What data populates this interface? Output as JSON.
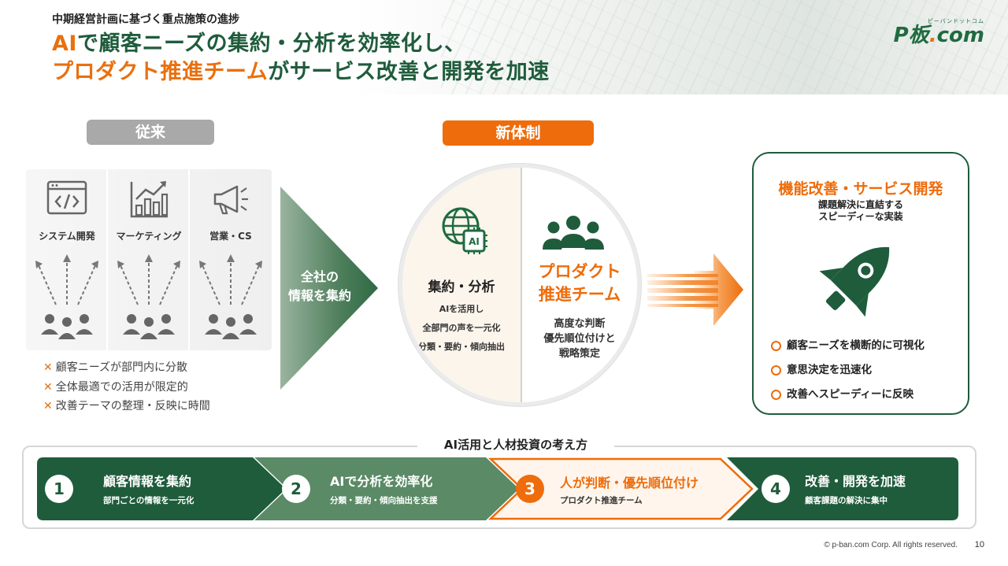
{
  "header": {
    "kicker": "中期経営計画に基づく重点施策の進捗",
    "title_line1_hl": "AI",
    "title_line1_rest": "で顧客ニーズの集約・分析を効率化し、",
    "title_line2_hl": "プロダクト推進チーム",
    "title_line2_rest": "がサービス改善と開発を加速",
    "logo_sub": "ピーバンドットコム",
    "logo_main": "P板",
    "logo_dot": ".",
    "logo_com": "com"
  },
  "conventional": {
    "pill": "従来",
    "columns": [
      {
        "icon": "code-window-icon",
        "label": "システム開発"
      },
      {
        "icon": "bar-chart-icon",
        "label": "マーケティング"
      },
      {
        "icon": "megaphone-icon",
        "label": "営業・CS"
      }
    ],
    "issues": [
      "顧客ニーズが部門内に分散",
      "全体最適での活用が限定的",
      "改善テーマの整理・反映に時間"
    ],
    "issue_mark": "✕"
  },
  "transition": {
    "arrow_line1": "全社の",
    "arrow_line2": "情報を集約"
  },
  "new_system": {
    "pill": "新体制",
    "left_title": "集約・分析",
    "left_lines": [
      "AIを活用し",
      "全部門の声を一元化",
      "分類・要約・傾向抽出"
    ],
    "ai_chip_label": "AI",
    "right_title_line1": "プロダクト",
    "right_title_line2": "推進チーム",
    "right_lines": [
      "高度な判断",
      "優先順位付けと",
      "戦略策定"
    ]
  },
  "outcome": {
    "title": "機能改善・サービス開発",
    "sub_line1": "課題解決に直結する",
    "sub_line2": "スピーディーな実装",
    "items": [
      "顧客ニーズを横断的に可視化",
      "意思決定を迅速化",
      "改善へスピーディーに反映"
    ]
  },
  "approach": {
    "title": "AI活用と人材投資の考え方",
    "steps": [
      {
        "num": "1",
        "title": "顧客情報を集約",
        "sub": "部門ごとの情報を一元化"
      },
      {
        "num": "2",
        "title": "AIで分析を効率化",
        "sub": "分類・要約・傾向抽出を支援"
      },
      {
        "num": "3",
        "title": "人が判断・優先順位付け",
        "sub": "プロダクト推進チーム"
      },
      {
        "num": "4",
        "title": "改善・開発を加速",
        "sub": "顧客課題の解決に集中"
      }
    ]
  },
  "footer": {
    "copyright": "© p-ban.com Corp. All rights reserved.",
    "page": "10"
  },
  "colors": {
    "green_dark": "#1f5c3c",
    "green_mid": "#5a8a66",
    "orange": "#ee6c0b",
    "gray": "#a9a9a9"
  }
}
